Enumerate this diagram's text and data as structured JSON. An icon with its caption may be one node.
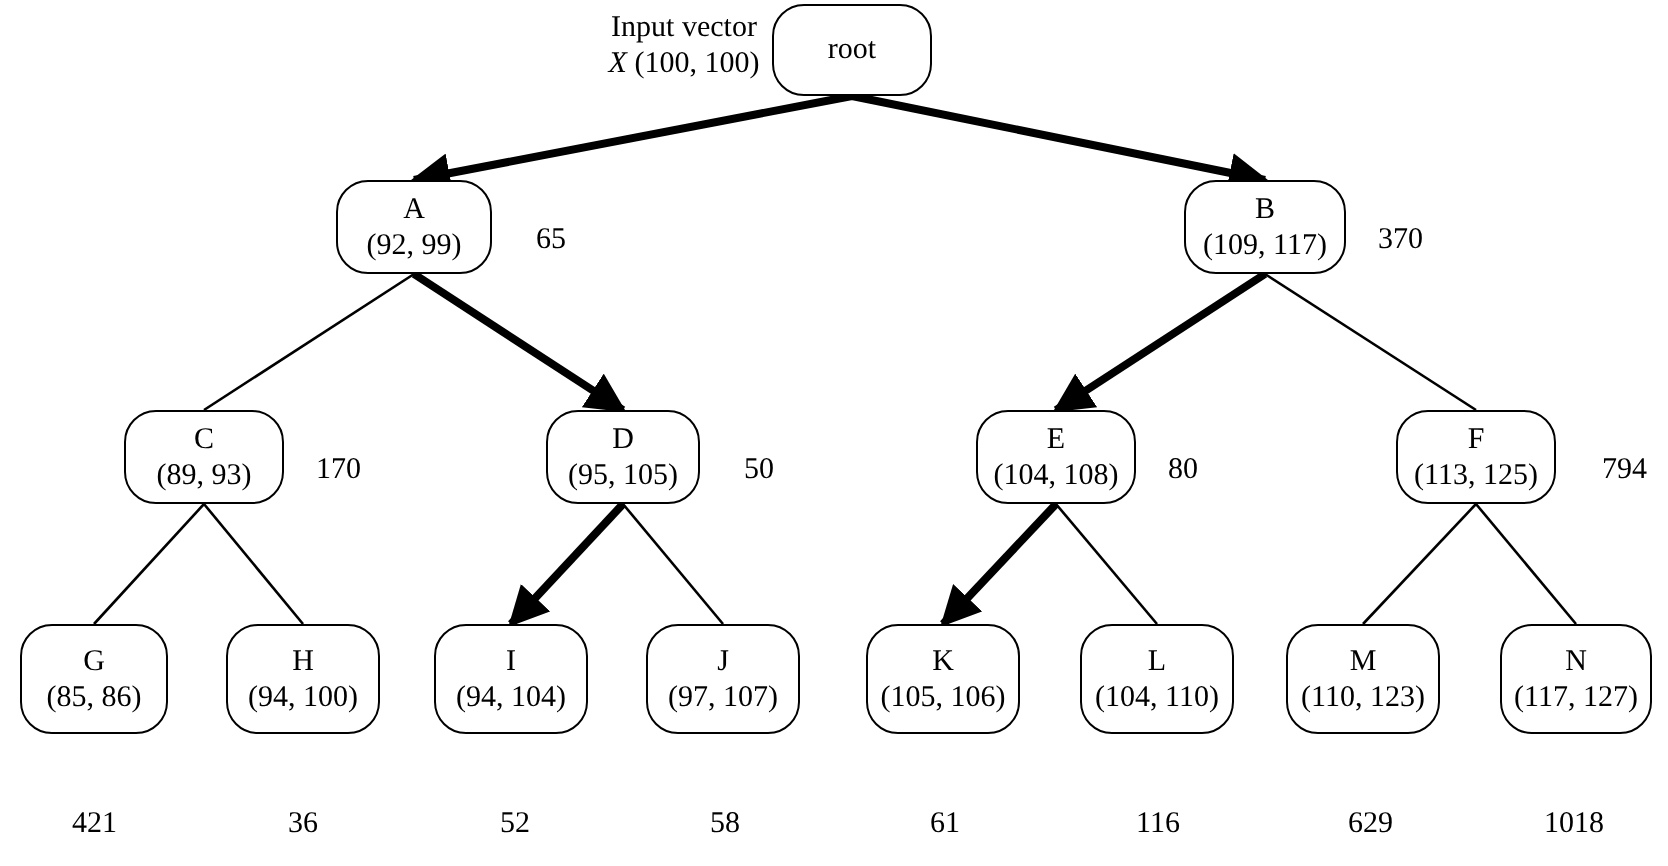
{
  "diagram": {
    "nodes": [
      {
        "text": [
          "root"
        ],
        "beside": [
          "Input vector *X* (100, 100)"
        ]
      },
      {
        "text": [
          "A",
          "(92, 99)"
        ],
        "beside": [
          "65"
        ]
      },
      {
        "text": [
          "B",
          "(109, 117)"
        ],
        "beside": [
          "370"
        ]
      },
      {
        "text": [
          "C",
          "(89, 93)"
        ],
        "beside": [
          "170"
        ]
      },
      {
        "text": [
          "D",
          "(95, 105)"
        ],
        "beside": [
          "50"
        ]
      },
      {
        "text": [
          "E",
          "(104, 108)"
        ],
        "beside": [
          "80"
        ]
      },
      {
        "text": [
          "F",
          "(113, 125)"
        ],
        "beside": [
          "794"
        ]
      },
      {
        "text": [
          "G",
          "(85, 86)"
        ],
        "beside": [
          "421"
        ]
      },
      {
        "text": [
          "H",
          "(94, 100)"
        ],
        "beside": [
          "36"
        ]
      },
      {
        "text": [
          "I",
          "(94, 104)"
        ],
        "beside": [
          "52"
        ]
      },
      {
        "text": [
          "J",
          "(97, 107)"
        ],
        "beside": [
          "58"
        ]
      },
      {
        "text": [
          "K",
          "(105, 106)"
        ],
        "beside": [
          "61"
        ]
      },
      {
        "text": [
          "L",
          "(104, 110)"
        ],
        "beside": [
          "116"
        ]
      },
      {
        "text": [
          "M",
          "(110, 123)"
        ],
        "beside": [
          "629"
        ]
      },
      {
        "text": [
          "N",
          "(117, 127)"
        ],
        "beside": [
          "1018"
        ]
      }
    ],
    "edges": [
      {
        "from": 0,
        "to": 1,
        "arrow": "to",
        "style": "thick"
      },
      {
        "from": 0,
        "to": 2,
        "arrow": "to",
        "style": "thick"
      },
      {
        "from": 1,
        "to": 3,
        "arrow": "none"
      },
      {
        "from": 1,
        "to": 4,
        "arrow": "to",
        "style": "thick"
      },
      {
        "from": 2,
        "to": 5,
        "arrow": "to",
        "style": "thick"
      },
      {
        "from": 2,
        "to": 6,
        "arrow": "none"
      },
      {
        "from": 3,
        "to": 7,
        "arrow": "none"
      },
      {
        "from": 3,
        "to": 8,
        "arrow": "none"
      },
      {
        "from": 4,
        "to": 9,
        "arrow": "to",
        "style": "thick"
      },
      {
        "from": 4,
        "to": 10,
        "arrow": "none"
      },
      {
        "from": 5,
        "to": 11,
        "arrow": "to",
        "style": "thick"
      },
      {
        "from": 5,
        "to": 12,
        "arrow": "none"
      },
      {
        "from": 6,
        "to": 13,
        "arrow": "none"
      },
      {
        "from": 6,
        "to": 14,
        "arrow": "none"
      }
    ]
  }
}
